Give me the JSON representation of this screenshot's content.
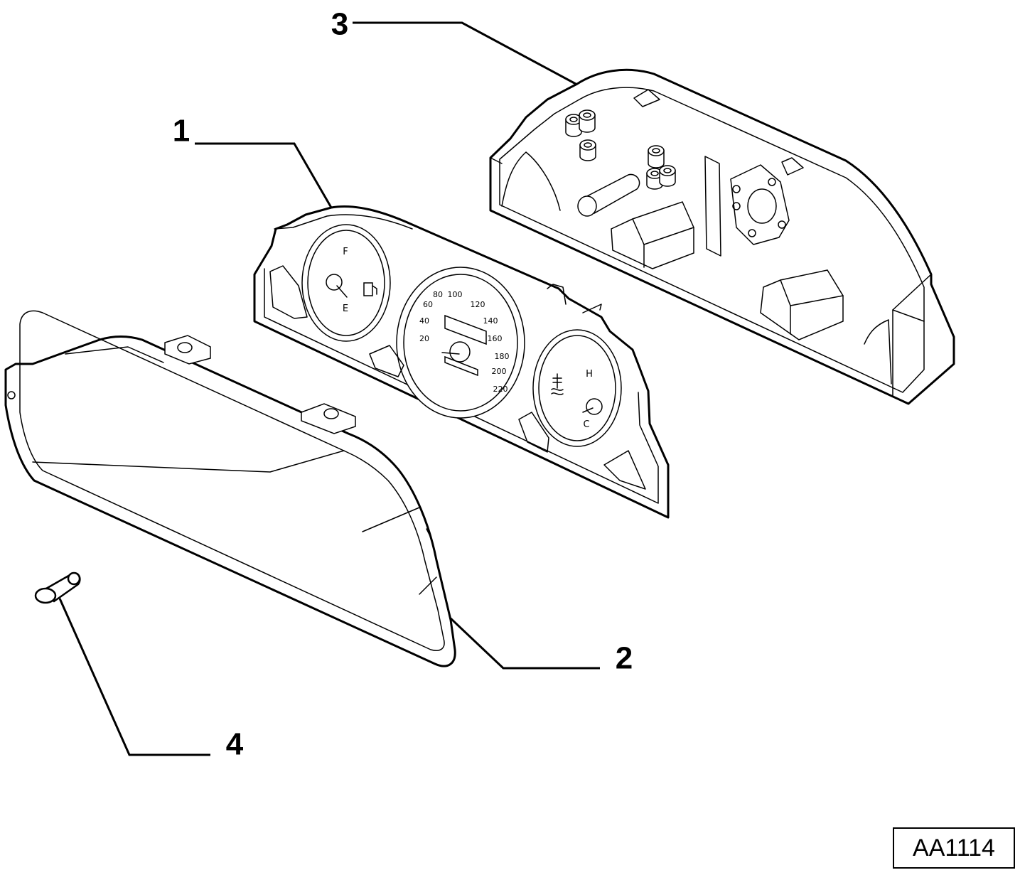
{
  "callouts": [
    {
      "id": "1",
      "label": "1"
    },
    {
      "id": "2",
      "label": "2"
    },
    {
      "id": "3",
      "label": "3"
    },
    {
      "id": "4",
      "label": "4"
    }
  ],
  "fuel_gauge": {
    "full": "F",
    "empty": "E"
  },
  "speedometer": {
    "ticks": [
      "20",
      "40",
      "60",
      "80",
      "100",
      "120",
      "140",
      "160",
      "180",
      "200",
      "220"
    ]
  },
  "temperature_gauge": {
    "hot": "H",
    "cold": "C"
  },
  "reference_code": "AA1114"
}
